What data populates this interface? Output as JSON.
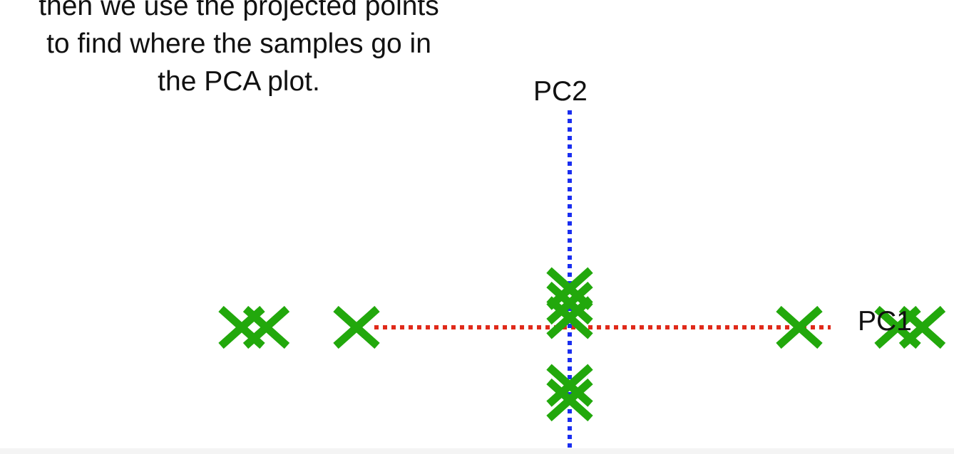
{
  "caption": {
    "line1": "then we use the projected points",
    "line2": "to find where the samples go in",
    "line3": "the PCA plot."
  },
  "axes": {
    "pc1": {
      "label": "PC1",
      "color": "#e02a1a",
      "style": "dotted"
    },
    "pc2": {
      "label": "PC2",
      "color": "#1a2ef0",
      "style": "dotted"
    }
  },
  "marker": {
    "shape": "x",
    "color": "#22a80c"
  },
  "chart_data": {
    "type": "scatter",
    "title": "",
    "xlabel": "PC1",
    "ylabel": "PC2",
    "grid": false,
    "series": [
      {
        "points": [
          {
            "x": -4.0,
            "y": 0
          },
          {
            "x": -3.7,
            "y": 0
          },
          {
            "x": -2.6,
            "y": 0
          },
          {
            "x": 0,
            "y": 0.8
          },
          {
            "x": 0,
            "y": 0.5
          },
          {
            "x": 0,
            "y": 0.2
          },
          {
            "x": 0,
            "y": -1.2
          },
          {
            "x": 0,
            "y": -1.5
          },
          {
            "x": 2.8,
            "y": 0
          },
          {
            "x": 4.0,
            "y": 0
          },
          {
            "x": 4.3,
            "y": 0
          }
        ]
      }
    ]
  }
}
